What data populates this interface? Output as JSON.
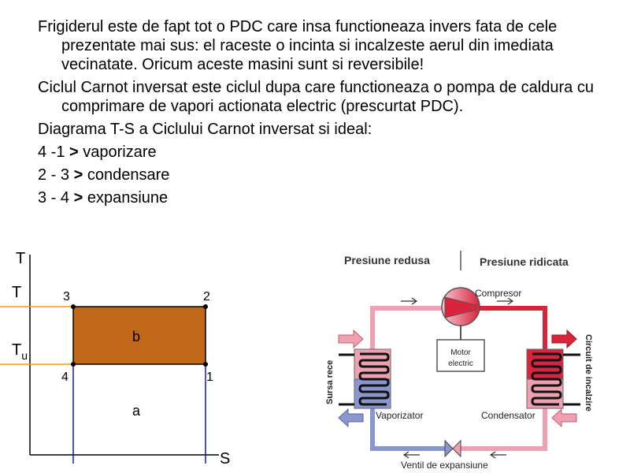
{
  "paragraphs": [
    "Frigiderul este de fapt tot o PDC care insa functioneaza invers fata de cele prezentate mai sus: el raceste o incinta si incalzeste aerul din imediata vecinatate. Oricum aceste masini sunt si reversibile!",
    "Ciclul Carnot inversat este ciclul dupa care functioneaza o pompa de caldura cu comprimare de vapori actionata electric (prescurtat PDC).",
    "Diagrama T-S a Ciclului Carnot inversat si ideal:"
  ],
  "processes": [
    {
      "range": "4 -1",
      "arrow": ">",
      "name": "vaporizare"
    },
    {
      "range": "2 - 3",
      "arrow": ">",
      "name": "condensare"
    },
    {
      "range": "3 - 4",
      "arrow": ">",
      "name": "expansiune"
    }
  ],
  "ts_diagram": {
    "axis_y": "T",
    "axis_x": "S",
    "temp_high": "T",
    "temp_low_main": "T",
    "temp_low_sub": "u",
    "points": {
      "p1": "1",
      "p2": "2",
      "p3": "3",
      "p4": "4"
    },
    "area_upper": "b",
    "area_lower": "a",
    "colors": {
      "rect_fill": "#c06818",
      "level_lines": "#ff9900",
      "verticals": "#1a1a8c"
    }
  },
  "heatpump": {
    "low_pressure": "Presiune redusa",
    "high_pressure": "Presiune ridicata",
    "compressor": "Compresor",
    "motor_line1": "Motor",
    "motor_line2": "electric",
    "evaporator": "Vaporizator",
    "condenser": "Condensator",
    "valve": "Ventil de expansiune",
    "cold_source": "Sursa rece",
    "heating_circuit": "Circuit de incalzire",
    "colors": {
      "hot": "#d8243c",
      "warm": "#f0a0b0",
      "cold": "#8a96d0",
      "cold_light": "#b8bce0"
    }
  }
}
